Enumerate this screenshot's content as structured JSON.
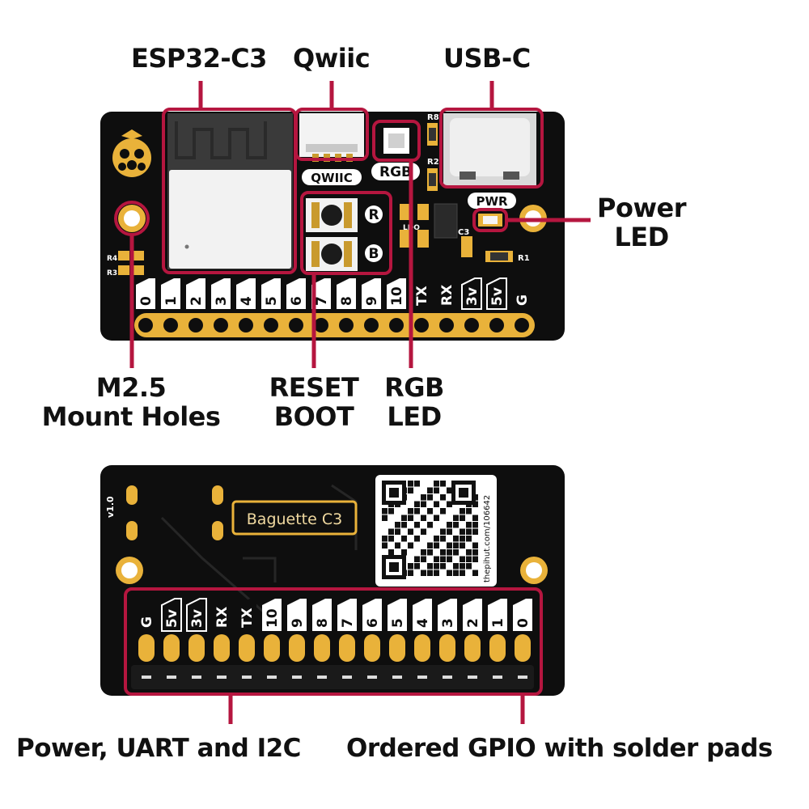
{
  "callouts": {
    "esp32": "ESP32-C3",
    "qwiic": "Qwiic",
    "usbc": "USB-C",
    "power_led_1": "Power",
    "power_led_2": "LED",
    "mount_1": "M2.5",
    "mount_2": "Mount Holes",
    "reset_1": "RESET",
    "reset_2": "BOOT",
    "rgb_1": "RGB",
    "rgb_2": "LED",
    "power_uart": "Power, UART and I2C",
    "ordered_gpio": "Ordered GPIO with solder pads"
  },
  "top_board": {
    "qwiic_silk": "QWIIC",
    "rgb_silk": "RGB",
    "pwr_silk": "PWR",
    "r_button": "R",
    "b_button": "B",
    "res_labels": [
      "R8",
      "R2",
      "R4",
      "R3",
      "C3",
      "R1",
      "LDO"
    ],
    "pins": [
      "0",
      "1",
      "2",
      "3",
      "4",
      "5",
      "6",
      "7",
      "8",
      "9",
      "10",
      "TX",
      "RX",
      "3v",
      "5v",
      "G"
    ]
  },
  "bottom_board": {
    "title": "Baguette C3",
    "version": "v1.0",
    "url": "thepihut.com/106642",
    "pins": [
      "G",
      "5v",
      "3v",
      "RX",
      "TX",
      "10",
      "9",
      "8",
      "7",
      "6",
      "5",
      "4",
      "3",
      "2",
      "1",
      "0"
    ]
  },
  "colors": {
    "accent": "#b5163f",
    "board": "#0e0e0e",
    "gold": "#e9b23a"
  }
}
